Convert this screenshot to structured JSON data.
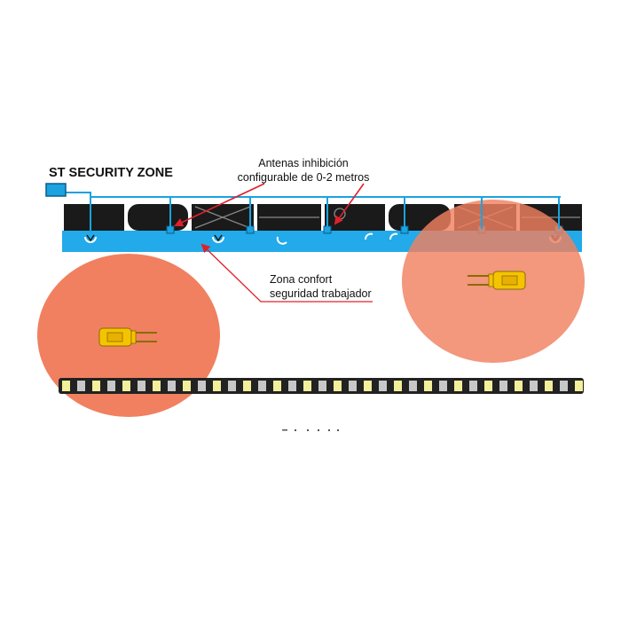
{
  "labels": {
    "device": "ST SECURITY ZONE",
    "antennas_line1": "Antenas inhibición",
    "antennas_line2": "configurable de 0-2 metros",
    "zone_line1": "Zona confort",
    "zone_line2": "seguridad trabajador"
  },
  "colors": {
    "wire": "#1aa3e0",
    "belt": "#22aaea",
    "block": "#1a1a1a",
    "zone": "#f08060",
    "forklift": "#f5c400",
    "arrow": "#e0202a",
    "callout_line": "#e0202a"
  },
  "icons": {
    "sensor_box": "sensor-box-icon",
    "antenna": "antenna-icon",
    "worker_marker": "worker-marker-icon",
    "forklift": "forklift-icon",
    "arrow": "arrow-icon"
  }
}
